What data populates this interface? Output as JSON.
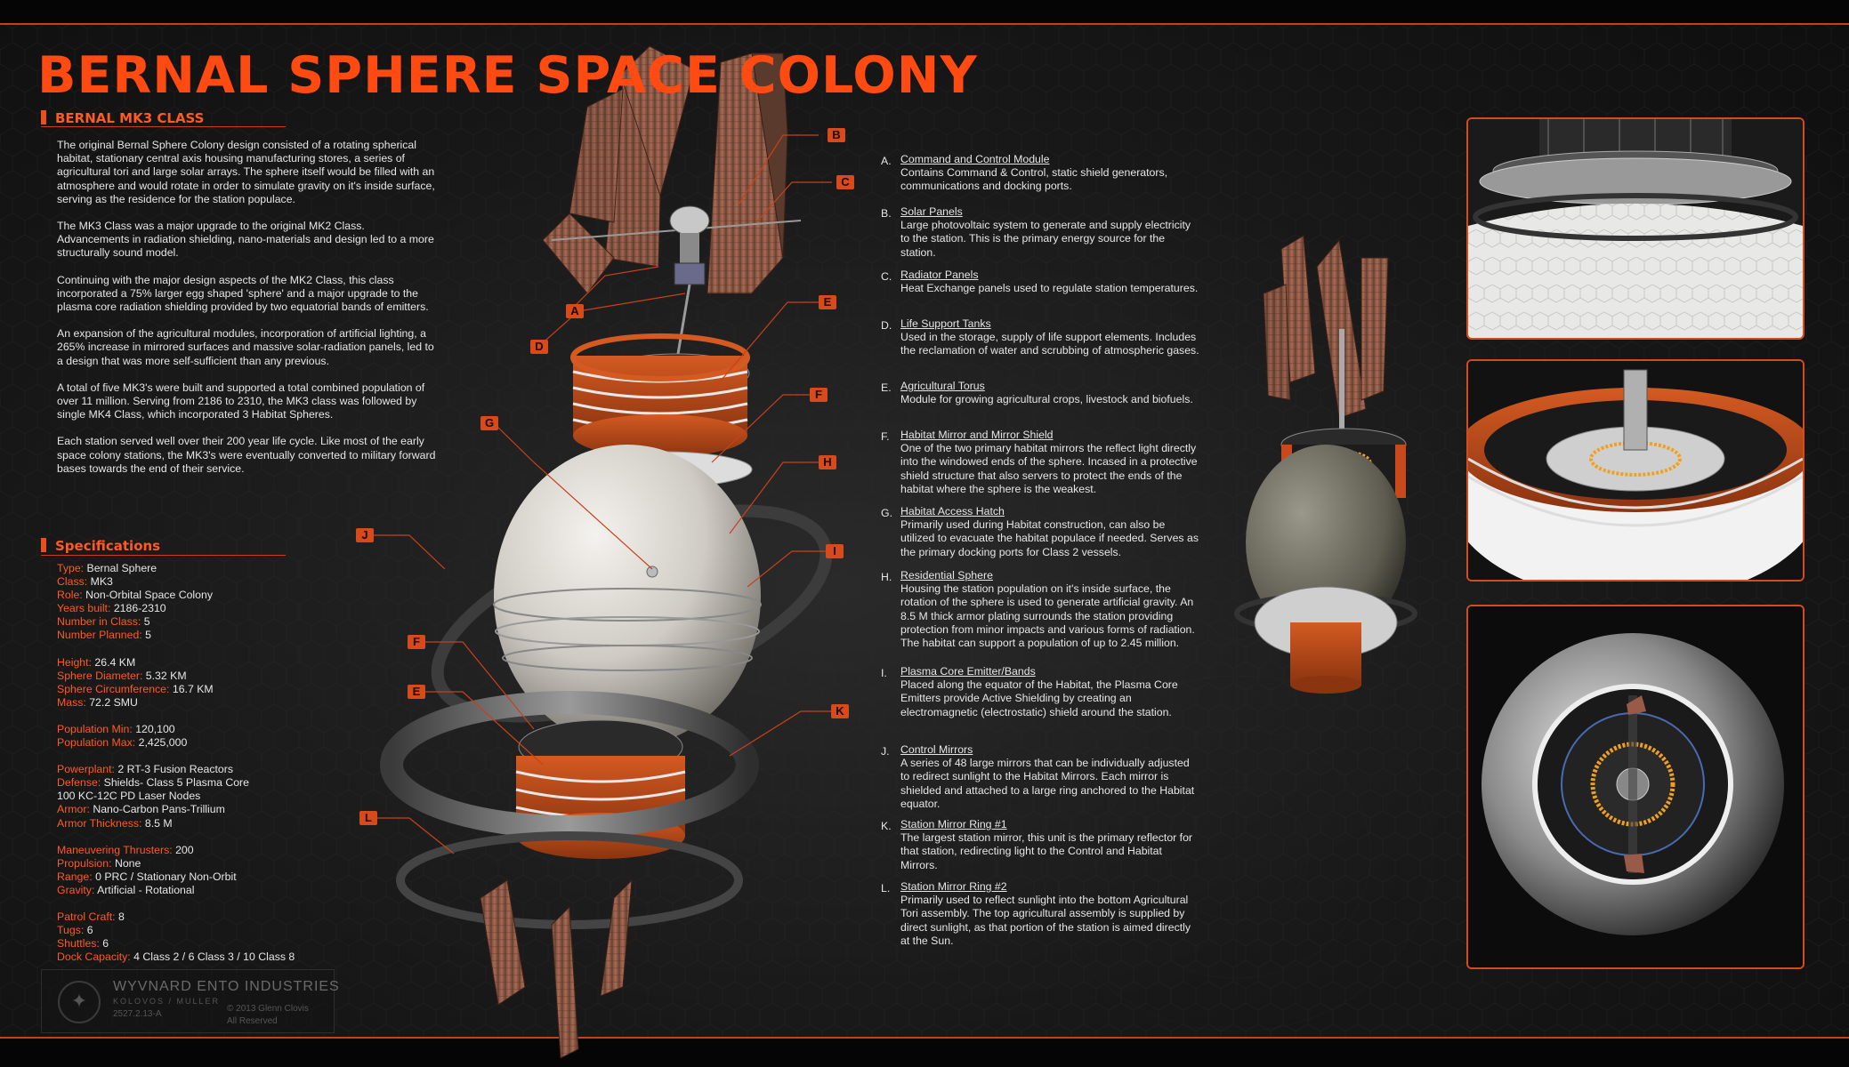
{
  "title": "BERNAL SPHERE SPACE COLONY",
  "class_heading": "BERNAL MK3 CLASS",
  "intro": [
    "The original Bernal Sphere Colony design consisted of a rotating spherical habitat, stationary central axis housing manufacturing stores, a series of agricultural tori and large solar arrays. The sphere itself would be filled with an atmosphere and would rotate in order to simulate gravity on it's inside surface, serving as the residence for the station populace.",
    "The MK3 Class was a major upgrade to the original MK2 Class. Advancements in radiation shielding, nano-materials and design led to a more structurally sound model.",
    "Continuing with the major design aspects of the MK2 Class, this class incorporated a 75% larger egg shaped 'sphere' and a major upgrade to the plasma core radiation shielding provided by two equatorial bands of emitters.",
    "An expansion of the agricultural modules, incorporation of artificial lighting, a 265% increase in mirrored surfaces and massive solar-radiation panels, led to a design that was more self-sufficient than any previous.",
    "A total of five MK3's were built and supported a total combined population of over 11 million. Serving from 2186 to 2310, the MK3 class was followed by single MK4 Class, which incorporated 3 Habitat Spheres.",
    "Each station served well over their 200 year life cycle.  Like most of the early space colony stations, the MK3's were eventually converted to military forward bases towards the end of their service."
  ],
  "specs_heading": "Specifications",
  "specs": [
    [
      {
        "label": "Type:",
        "value": "Bernal Sphere"
      },
      {
        "label": "Class:",
        "value": "MK3"
      },
      {
        "label": "Role:",
        "value": "Non-Orbital Space Colony"
      },
      {
        "label": "Years built:",
        "value": "2186-2310"
      },
      {
        "label": "Number in Class:",
        "value": "5"
      },
      {
        "label": "Number Planned:",
        "value": "5"
      }
    ],
    [
      {
        "label": "Height:",
        "value": "26.4 KM"
      },
      {
        "label": "Sphere Diameter:",
        "value": "5.32 KM"
      },
      {
        "label": "Sphere Circumference:",
        "value": "16.7 KM"
      },
      {
        "label": "Mass:",
        "value": "72.2 SMU"
      }
    ],
    [
      {
        "label": "Population Min:",
        "value": "120,100"
      },
      {
        "label": "Population Max:",
        "value": "2,425,000"
      }
    ],
    [
      {
        "label": "Powerplant:",
        "value": "2 RT-3 Fusion Reactors"
      },
      {
        "label": "Defense:",
        "value": "Shields- Class 5 Plasma Core",
        "cont": "100 KC-12C PD Laser Nodes"
      },
      {
        "label": "Armor:",
        "value": "Nano-Carbon Pans-Trillium"
      },
      {
        "label": "Armor Thickness:",
        "value": "8.5 M"
      }
    ],
    [
      {
        "label": "Maneuvering Thrusters:",
        "value": "200"
      },
      {
        "label": "Propulsion:",
        "value": "None"
      },
      {
        "label": "Range:",
        "value": "0 PRC / Stationary Non-Orbit"
      },
      {
        "label": "Gravity:",
        "value": "Artificial - Rotational"
      }
    ],
    [
      {
        "label": "Patrol Craft:",
        "value": "8"
      },
      {
        "label": "Tugs:",
        "value": "6"
      },
      {
        "label": "Shuttles:",
        "value": "6"
      },
      {
        "label": "Dock Capacity:",
        "value": "4 Class 2 / 6 Class 3 / 10 Class 8"
      }
    ]
  ],
  "logo": {
    "company": "WYVNARD ENTO INDUSTRIES",
    "sub": "KOLOVOS / MULLER",
    "code": "2527.2.13-A",
    "copyright": "© 2013 Glenn Clovis",
    "rights": "All Reserved"
  },
  "legend": [
    {
      "letter": "A.",
      "name": "Command and Control Module",
      "desc": "Contains Command & Control, static shield generators, communications and docking ports."
    },
    {
      "letter": "B.",
      "name": "Solar Panels",
      "desc": "Large photovoltaic system to generate and supply electricity to the station. This is the primary energy source  for the station."
    },
    {
      "letter": "C.",
      "name": "Radiator Panels",
      "desc": "Heat Exchange panels used to regulate station temperatures."
    },
    {
      "letter": "D.",
      "name": "Life Support Tanks",
      "desc": "Used in the storage, supply of life support elements. Includes the reclamation of water and scrubbing of atmospheric gases."
    },
    {
      "letter": "E.",
      "name": "Agricultural Torus",
      "desc": "Module for growing agricultural crops, livestock and biofuels."
    },
    {
      "letter": "F.",
      "name": "Habitat Mirror and Mirror Shield",
      "desc": "One of the two primary habitat mirrors the reflect light directly into the windowed ends of the sphere.  Incased in a protective shield structure that also servers to protect the ends of the habitat where the sphere is the weakest."
    },
    {
      "letter": "G.",
      "name": "Habitat Access Hatch",
      "desc": "Primarily used during Habitat construction, can also be utilized to evacuate the habitat populace if needed. Serves as the primary docking ports for Class 2 vessels."
    },
    {
      "letter": "H.",
      "name": "Residential Sphere",
      "desc": "Housing the station population on it's inside surface, the rotation of the sphere is used to generate artificial gravity. An 8.5 M thick armor plating surrounds the station providing protection from minor impacts and various forms of radiation. The habitat can support a population of up to 2.45 million."
    },
    {
      "letter": "I.",
      "name": "Plasma Core Emitter/Bands",
      "desc": "Placed along the equator of the Habitat, the Plasma Core Emitters provide Active Shielding by creating an electromagnetic (electrostatic) shield around the station."
    },
    {
      "letter": "J.",
      "name": "Control Mirrors",
      "desc": "A series of  48 large mirrors that can be individually adjusted to redirect sunlight to the Habitat Mirrors.  Each mirror is shielded and attached to a large ring anchored to the Habitat equator."
    },
    {
      "letter": "K.",
      "name": "Station Mirror Ring #1",
      "desc": "The largest station mirror, this unit is the primary reflector for that station, redirecting light to the Control and Habitat Mirrors."
    },
    {
      "letter": "L.",
      "name": "Station Mirror Ring #2",
      "desc": "Primarily used to reflect sunlight into the bottom Agricultural Tori assembly.  The top agricultural assembly is supplied by direct  sunlight, as that portion of the station is aimed directly at the Sun."
    }
  ],
  "callouts": [
    "B",
    "C",
    "A",
    "D",
    "E",
    "F",
    "G",
    "H",
    "J",
    "I",
    "F",
    "E",
    "K",
    "L"
  ],
  "colors": {
    "accent": "#ff4a12",
    "panel_border": "#d64a1c",
    "background": "#1a1a1a",
    "text": "#e6e6e6"
  }
}
